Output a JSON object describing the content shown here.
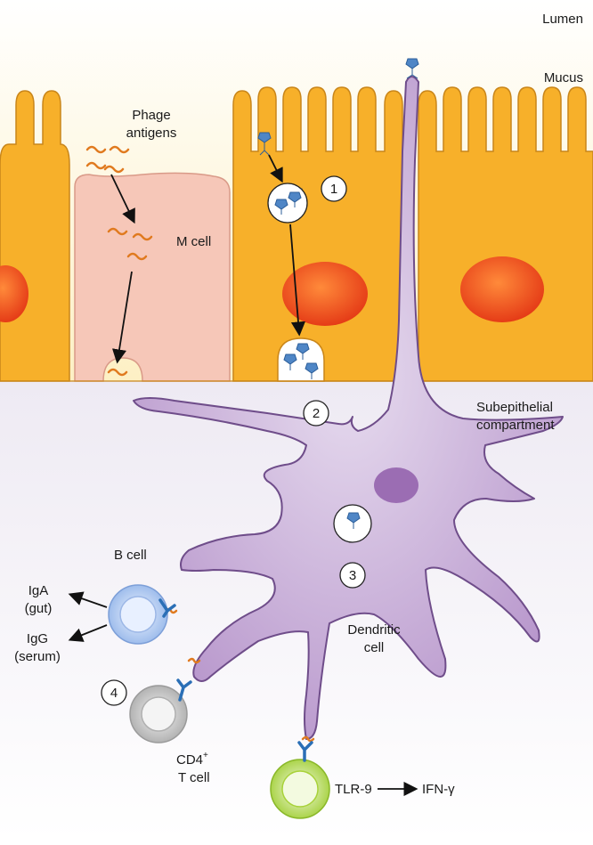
{
  "labels": {
    "lumen": "Lumen",
    "mucus": "Mucus",
    "phage_line1": "Phage",
    "phage_line2": "antigens",
    "m_cell": "M cell",
    "subepithelial_line1": "Subepithelial",
    "subepithelial_line2": "compartment",
    "b_cell": "B cell",
    "iga_line1": "IgA",
    "iga_line2": "(gut)",
    "igg_line1": "IgG",
    "igg_line2": "(serum)",
    "dendritic_line1": "Dendritic",
    "dendritic_line2": "cell",
    "cd4": "CD4",
    "cd4_sup": "+",
    "t_cell": "T cell",
    "tlr9": "TLR-9",
    "ifn": "IFN-γ"
  },
  "steps": [
    "1",
    "2",
    "3",
    "4"
  ],
  "colors": {
    "lumen_top": "#ffffff",
    "mucus": "#fdf1c8",
    "enterocyte": "#f7b02a",
    "enterocyte_edge": "#c9861a",
    "nucleus": "#ee4a1e",
    "m_cell": "#f6c7b8",
    "m_cell_edge": "#d99a88",
    "dendritic": "#c7aed6",
    "dendritic_edge": "#6f4d8a",
    "b_cell": "#a9c4ef",
    "t_cell": "#b8b8b8",
    "tlr_cell": "#a8d23a",
    "antibody": "#2b6fb6",
    "antigen": "#e07a1f"
  }
}
